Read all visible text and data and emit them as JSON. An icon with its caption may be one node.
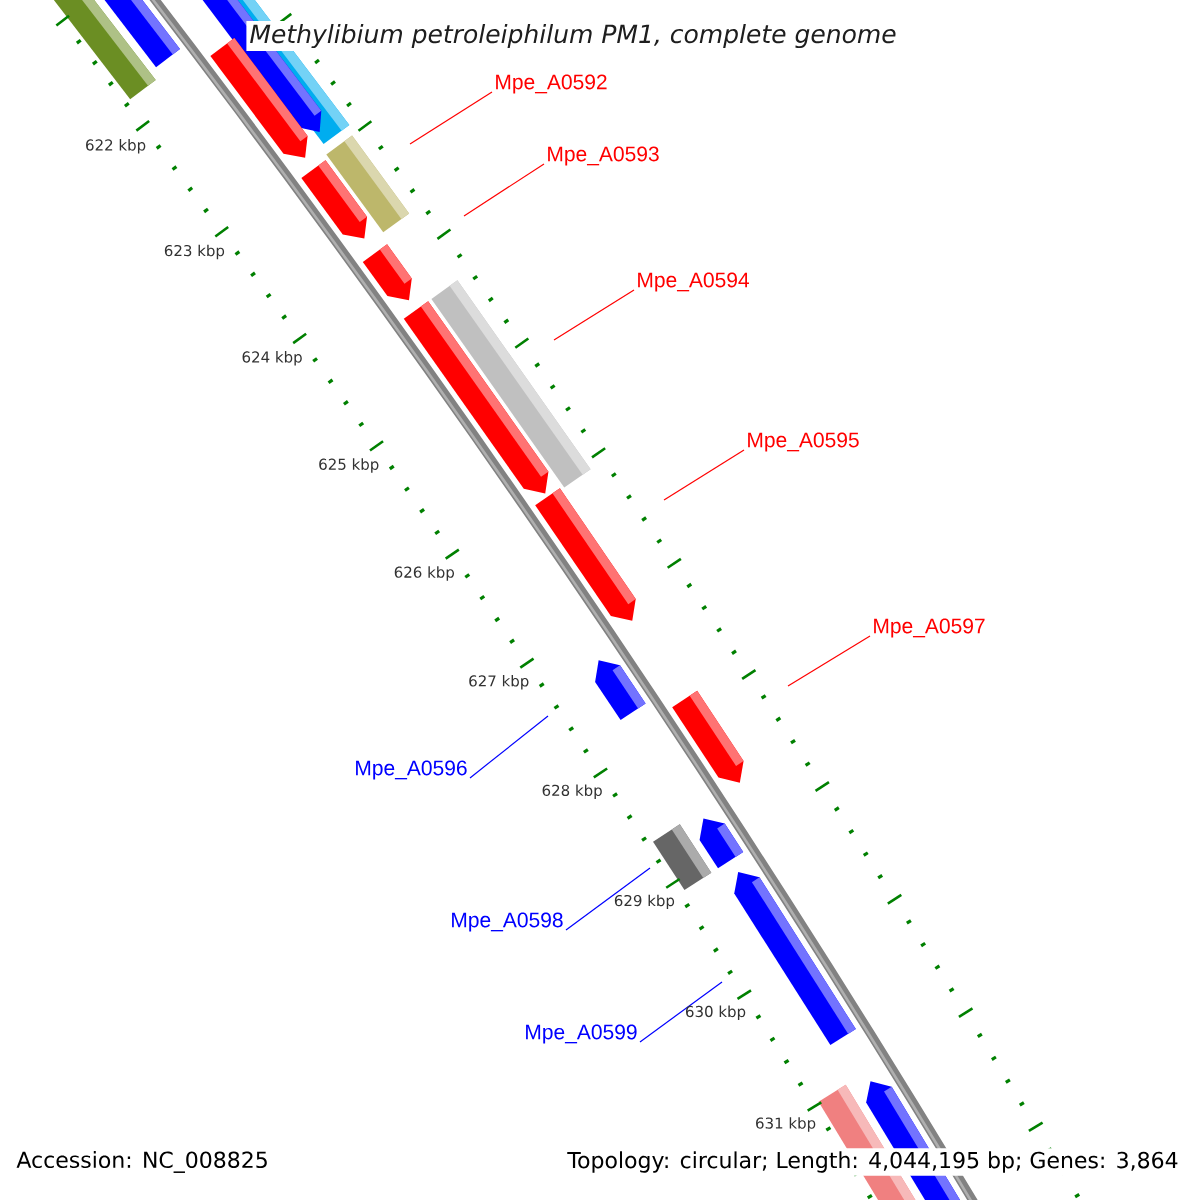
{
  "diagram": {
    "title": "Methylibium petroleiphilum PM1, complete genome",
    "nodes": [
      {
        "text": [
          "Mpe_A0592"
        ]
      },
      {
        "text": [
          "Mpe_A0593"
        ]
      },
      {
        "text": [
          "Mpe_A0594"
        ]
      },
      {
        "text": [
          "Mpe_A0595"
        ]
      },
      {
        "text": [
          "Mpe_A0597"
        ]
      },
      {
        "text": [
          "Mpe_A0596"
        ]
      },
      {
        "text": [
          "Mpe_A0598"
        ]
      },
      {
        "text": [
          "Mpe_A0599"
        ]
      }
    ],
    "edges": [
      {
        "from": 0,
        "to": null,
        "arrow": "none",
        "color": "#ff0000"
      },
      {
        "from": 1,
        "to": null,
        "arrow": "none",
        "color": "#ff0000"
      },
      {
        "from": 2,
        "to": null,
        "arrow": "none",
        "color": "#ff0000"
      },
      {
        "from": 3,
        "to": null,
        "arrow": "none",
        "color": "#ff0000"
      },
      {
        "from": 4,
        "to": null,
        "arrow": "none",
        "color": "#ff0000"
      },
      {
        "from": 5,
        "to": null,
        "arrow": "none",
        "color": "#0000ff"
      },
      {
        "from": 6,
        "to": null,
        "arrow": "none",
        "color": "#0000ff"
      },
      {
        "from": 7,
        "to": null,
        "arrow": "none",
        "color": "#0000ff"
      }
    ],
    "labels": [
      "622 kbp",
      "623 kbp",
      "624 kbp",
      "625 kbp",
      "626 kbp",
      "627 kbp",
      "628 kbp",
      "629 kbp",
      "630 kbp",
      "631 kbp",
      "Accession: NC_008825",
      "Topology: circular; Length: 4,044,195 bp; Genes: 3,864"
    ]
  }
}
